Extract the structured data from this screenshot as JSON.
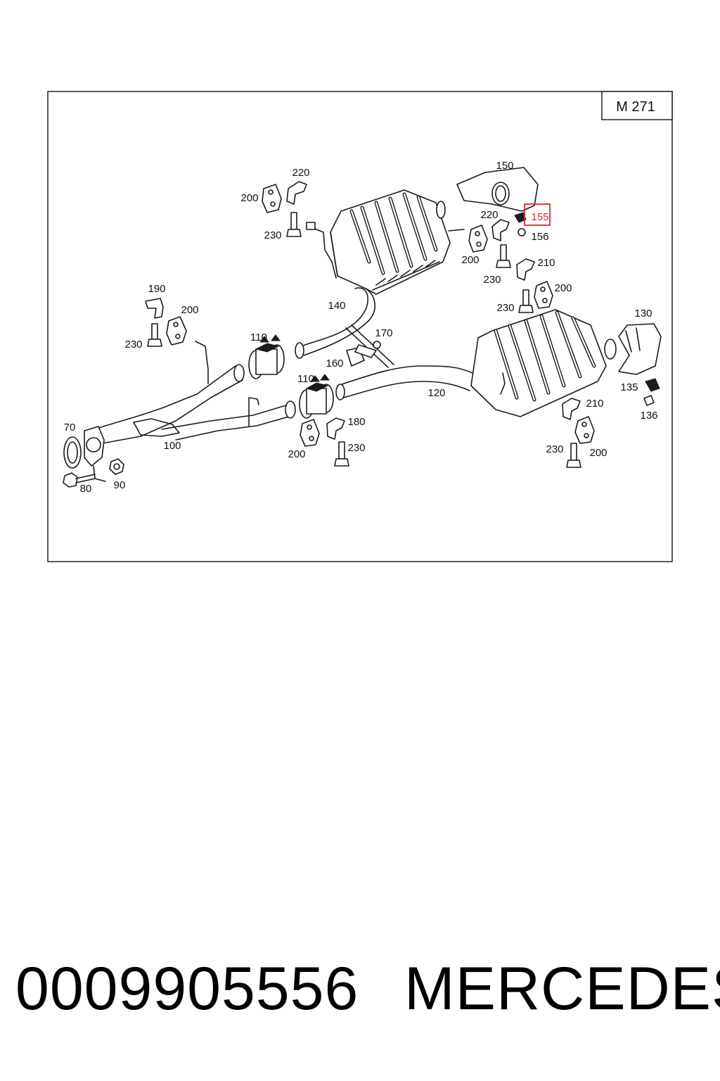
{
  "diagram": {
    "engine_code": "M 271",
    "highlighted_callout": "155",
    "highlight_color": "#d32f2f",
    "callouts": [
      {
        "id": "c-220-top",
        "text": "220"
      },
      {
        "id": "c-200-top",
        "text": "200"
      },
      {
        "id": "c-230-top",
        "text": "230"
      },
      {
        "id": "c-150",
        "text": "150"
      },
      {
        "id": "c-220-mid",
        "text": "220"
      },
      {
        "id": "c-155",
        "text": "155"
      },
      {
        "id": "c-156",
        "text": "156"
      },
      {
        "id": "c-200-mid",
        "text": "200"
      },
      {
        "id": "c-210-top",
        "text": "210"
      },
      {
        "id": "c-230-mid",
        "text": "230"
      },
      {
        "id": "c-190",
        "text": "190"
      },
      {
        "id": "c-200-left",
        "text": "200"
      },
      {
        "id": "c-230-left",
        "text": "230"
      },
      {
        "id": "c-140",
        "text": "140"
      },
      {
        "id": "c-230-right",
        "text": "230"
      },
      {
        "id": "c-200-right",
        "text": "200"
      },
      {
        "id": "c-130",
        "text": "130"
      },
      {
        "id": "c-110-a",
        "text": "110"
      },
      {
        "id": "c-170",
        "text": "170"
      },
      {
        "id": "c-160",
        "text": "160"
      },
      {
        "id": "c-110-b",
        "text": "110"
      },
      {
        "id": "c-120",
        "text": "120"
      },
      {
        "id": "c-135",
        "text": "135"
      },
      {
        "id": "c-210-bottom",
        "text": "210"
      },
      {
        "id": "c-136",
        "text": "136"
      },
      {
        "id": "c-70",
        "text": "70"
      },
      {
        "id": "c-180",
        "text": "180"
      },
      {
        "id": "c-100",
        "text": "100"
      },
      {
        "id": "c-230-bottom",
        "text": "230"
      },
      {
        "id": "c-200-bottom",
        "text": "200"
      },
      {
        "id": "c-230-br",
        "text": "230"
      },
      {
        "id": "c-200-br",
        "text": "200"
      },
      {
        "id": "c-80",
        "text": "80"
      },
      {
        "id": "c-90",
        "text": "90"
      }
    ]
  },
  "caption": {
    "part_number": "0009905556",
    "brand": "MERCEDES"
  }
}
